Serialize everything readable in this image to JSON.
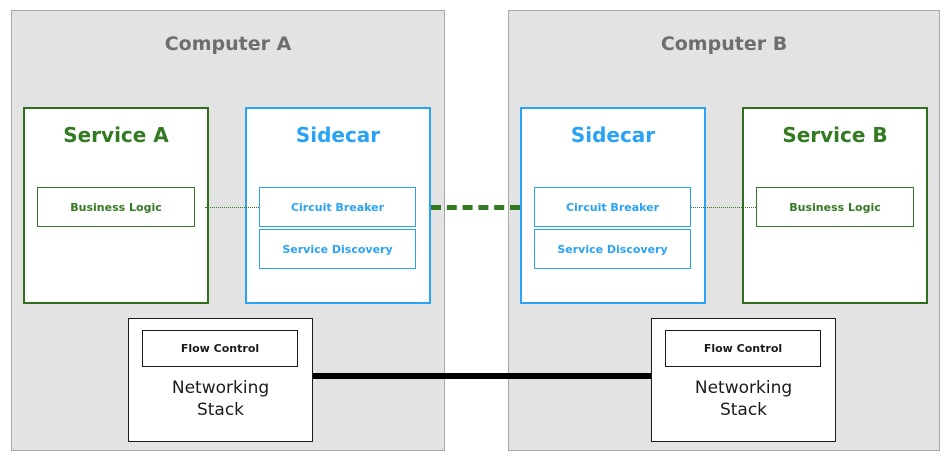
{
  "computers": [
    {
      "title": "Computer A",
      "service": {
        "title": "Service A",
        "business_logic": "Business Logic"
      },
      "sidecar": {
        "title": "Sidecar",
        "circuit_breaker": "Circuit Breaker",
        "service_discovery": "Service Discovery"
      },
      "networking": {
        "flow_control": "Flow Control",
        "line1": "Networking",
        "line2": "Stack"
      }
    },
    {
      "title": "Computer B",
      "service": {
        "title": "Service B",
        "business_logic": "Business Logic"
      },
      "sidecar": {
        "title": "Sidecar",
        "circuit_breaker": "Circuit Breaker",
        "service_discovery": "Service Discovery"
      },
      "networking": {
        "flow_control": "Flow Control",
        "line1": "Networking",
        "line2": "Stack"
      }
    }
  ],
  "colors": {
    "service_green": "#347a22",
    "sidecar_blue": "#2aa3f5",
    "computer_bg": "#e3e3e3"
  }
}
